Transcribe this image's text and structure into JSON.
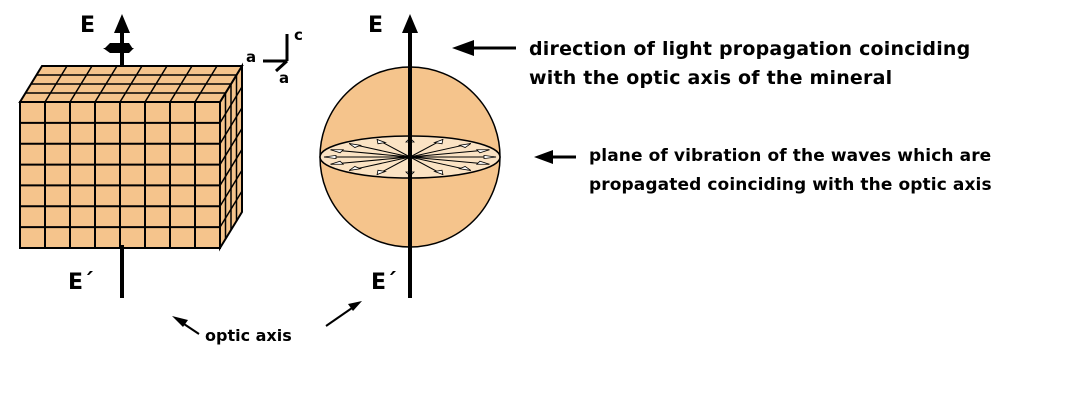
{
  "labels": {
    "e_cube_top": "E",
    "e_cube_bottom": "E´",
    "e_sphere_top": "E",
    "e_sphere_bottom": "E´",
    "axis_c": "c",
    "axis_a1": "a",
    "axis_a2": "a",
    "optic_axis": "optic axis"
  },
  "annotations": {
    "propagation_line1": "direction of light propagation coinciding",
    "propagation_line2": "with the optic axis of the mineral",
    "vibration_line1": "plane of vibration of the waves which are",
    "vibration_line2": "propagated coinciding with the optic axis"
  },
  "colors": {
    "cube_fill": "#f5c48c",
    "cube_grid": "#000000",
    "sphere_fill": "#f5c48c",
    "disc_fill": "#fbe3c4",
    "stroke": "#000000"
  }
}
